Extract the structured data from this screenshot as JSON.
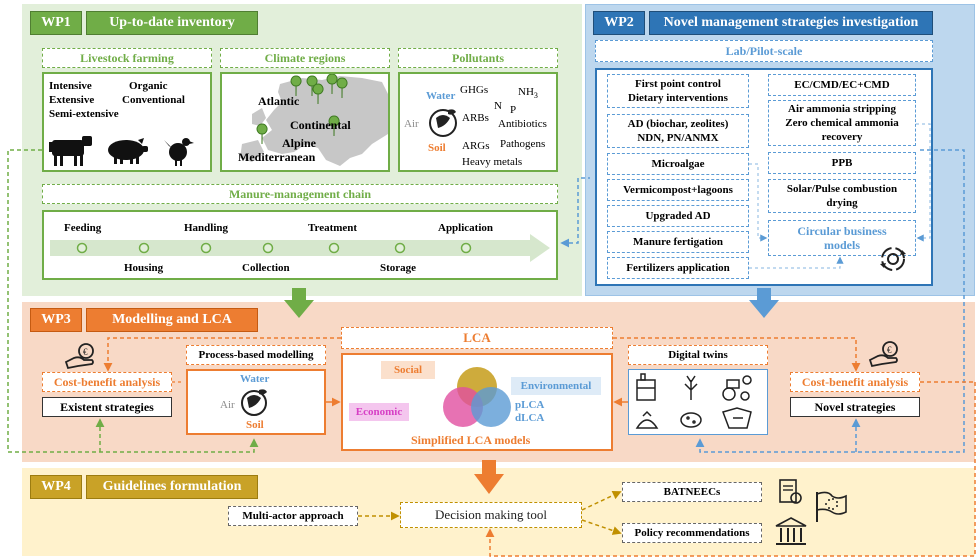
{
  "wp1": {
    "tag": "WP1",
    "title": "Up-to-date inventory",
    "livestock": {
      "title": "Livestock farming",
      "items": [
        "Intensive",
        "Organic",
        "Extensive",
        "Conventional",
        "Semi-extensive"
      ]
    },
    "climate": {
      "title": "Climate regions",
      "items": [
        "Atlantic",
        "Continental",
        "Alpine",
        "Mediterranean"
      ]
    },
    "pollutants": {
      "title": "Pollutants",
      "water": "Water",
      "air": "Air",
      "soil": "Soil",
      "ghgs": "GHGs",
      "n": "N",
      "nh3": "NH",
      "nh3_sub": "3",
      "p": "P",
      "arbs": "ARBs",
      "antibiotics": "Antibiotics",
      "args": "ARGs",
      "pathogens": "Pathogens",
      "heavy_metals": "Heavy metals"
    },
    "chain": {
      "title": "Manure-management chain",
      "top": [
        "Feeding",
        "Handling",
        "Treatment",
        "Application"
      ],
      "bottom": [
        "Housing",
        "Collection",
        "Storage"
      ]
    }
  },
  "wp2": {
    "tag": "WP2",
    "title": "Novel management strategies investigation",
    "scale": "Lab/Pilot-scale",
    "left": [
      [
        "First point control",
        "Dietary interventions"
      ],
      [
        "AD (biochar, zeolites)",
        "NDN, PN/ANMX"
      ],
      [
        "Microalgae"
      ],
      [
        "Vermicompost+lagoons"
      ],
      [
        "Upgraded AD"
      ],
      [
        "Manure fertigation"
      ],
      [
        "Fertilizers application"
      ]
    ],
    "right": [
      [
        "EC/CMD/EC+CMD"
      ],
      [
        "Air ammonia stripping",
        "Zero chemical ammonia",
        "recovery"
      ],
      [
        "PPB"
      ],
      [
        "Solar/Pulse combustion",
        "drying"
      ]
    ],
    "circular": [
      "Circular business",
      "models"
    ]
  },
  "wp3": {
    "tag": "WP3",
    "title": "Modelling and LCA",
    "cba_left": "Cost-benefit analysis",
    "existent": "Existent strategies",
    "process": "Process-based modelling",
    "water": "Water",
    "air": "Air",
    "soil": "Soil",
    "lca": "LCA",
    "social": "Social",
    "economic": "Economic",
    "environmental": "Environmental",
    "plca": "pLCA",
    "dlca": "dLCA",
    "simplified": "Simplified LCA models",
    "digital": "Digital twins",
    "cba_right": "Cost-benefit analysis",
    "novel": "Novel strategies"
  },
  "wp4": {
    "tag": "WP4",
    "title": "Guidelines formulation",
    "multi": "Multi-actor approach",
    "decision": "Decision making tool",
    "batneec": "BATNEECs",
    "policy": "Policy recommendations"
  },
  "colors": {
    "green": "#70ad47",
    "green_bg": "#e2efda",
    "blue": "#2e75b6",
    "blue_bg": "#deebf7",
    "orange": "#ed7d31",
    "orange_bg": "#f8d9c6",
    "gold": "#c9a227",
    "gold_bg": "#fff2cc"
  }
}
